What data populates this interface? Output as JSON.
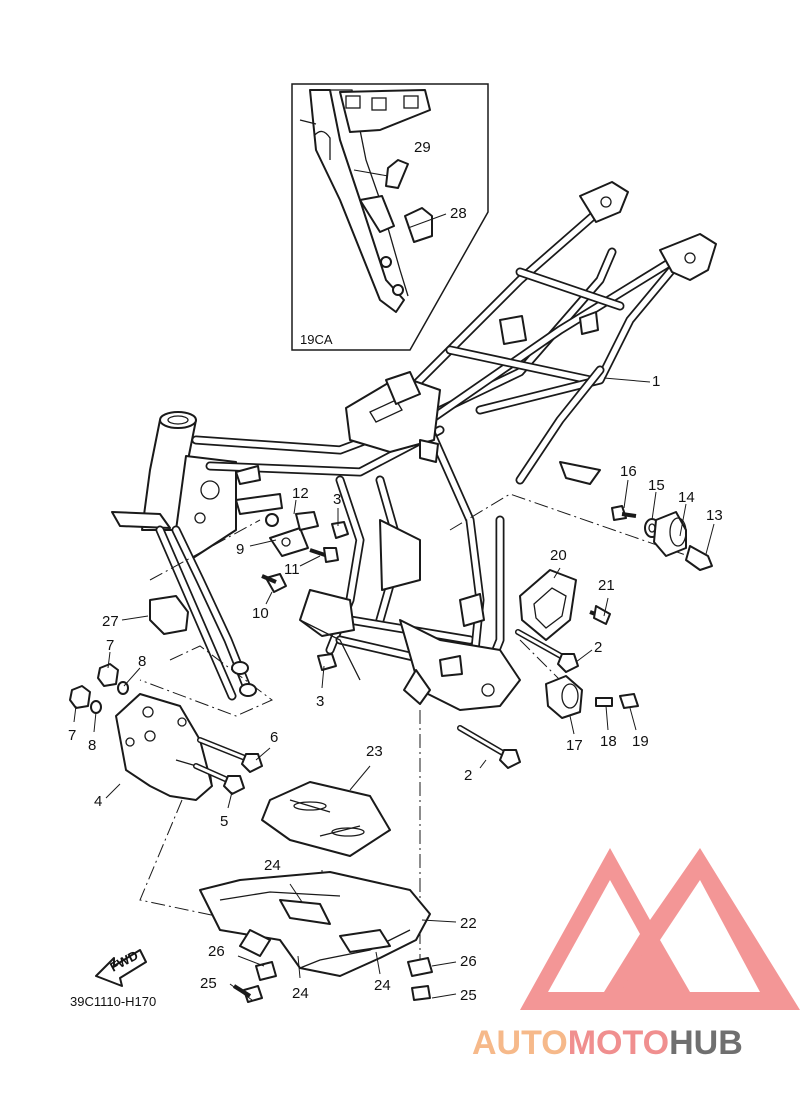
{
  "diagram_code": "39C1110-H170",
  "inset_code": "19CA",
  "fwd_label": "FWD",
  "watermark": {
    "part1": "AUTO",
    "part2": "MOTO",
    "part3": "HUB",
    "color1": "#f6b98a",
    "color2": "#f08f8f",
    "color3": "#6f6f6f",
    "logo_color": "#f08a8a"
  },
  "callouts": [
    {
      "id": "c1",
      "text": "1"
    },
    {
      "id": "c2a",
      "text": "2"
    },
    {
      "id": "c2b",
      "text": "2"
    },
    {
      "id": "c3a",
      "text": "3"
    },
    {
      "id": "c3b",
      "text": "3"
    },
    {
      "id": "c4",
      "text": "4"
    },
    {
      "id": "c5",
      "text": "5"
    },
    {
      "id": "c6",
      "text": "6"
    },
    {
      "id": "c7a",
      "text": "7"
    },
    {
      "id": "c7b",
      "text": "7"
    },
    {
      "id": "c8a",
      "text": "8"
    },
    {
      "id": "c8b",
      "text": "8"
    },
    {
      "id": "c9",
      "text": "9"
    },
    {
      "id": "c10",
      "text": "10"
    },
    {
      "id": "c11",
      "text": "11"
    },
    {
      "id": "c12",
      "text": "12"
    },
    {
      "id": "c13",
      "text": "13"
    },
    {
      "id": "c14",
      "text": "14"
    },
    {
      "id": "c15",
      "text": "15"
    },
    {
      "id": "c16",
      "text": "16"
    },
    {
      "id": "c17",
      "text": "17"
    },
    {
      "id": "c18",
      "text": "18"
    },
    {
      "id": "c19",
      "text": "19"
    },
    {
      "id": "c20",
      "text": "20"
    },
    {
      "id": "c21",
      "text": "21"
    },
    {
      "id": "c22",
      "text": "22"
    },
    {
      "id": "c23",
      "text": "23"
    },
    {
      "id": "c24a",
      "text": "24"
    },
    {
      "id": "c24b",
      "text": "24"
    },
    {
      "id": "c24c",
      "text": "24"
    },
    {
      "id": "c25a",
      "text": "25"
    },
    {
      "id": "c25b",
      "text": "25"
    },
    {
      "id": "c26a",
      "text": "26"
    },
    {
      "id": "c26b",
      "text": "26"
    },
    {
      "id": "c27",
      "text": "27"
    },
    {
      "id": "c28",
      "text": "28"
    },
    {
      "id": "c29",
      "text": "29"
    }
  ]
}
